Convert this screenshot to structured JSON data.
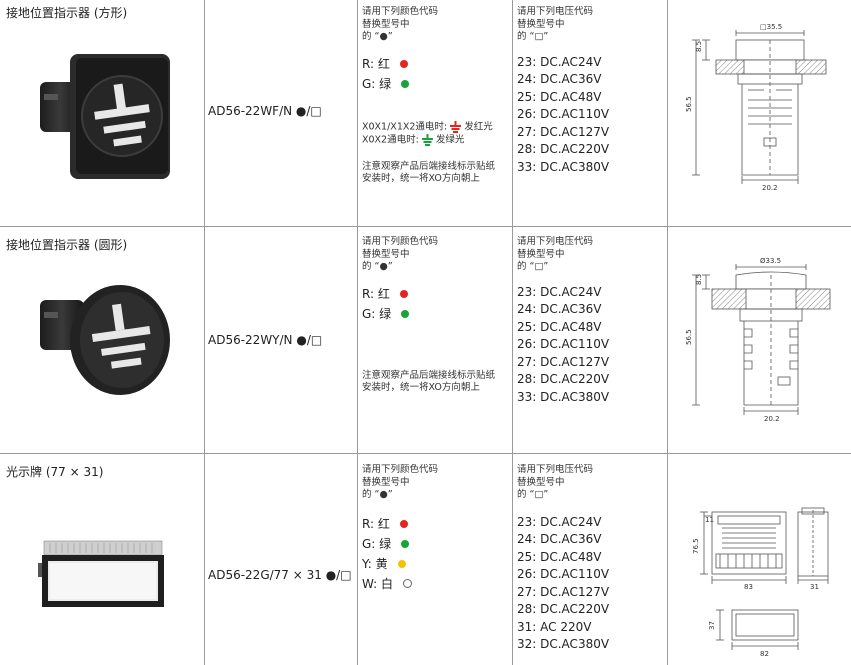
{
  "rows": [
    {
      "title": "接地位置指示器 (方形)",
      "model": "AD56-22WF/N ●/□",
      "color_hint": [
        "请用下列颜色代码",
        "替换型号中",
        "的 “●”"
      ],
      "colors": [
        {
          "label": "R: 红",
          "color": "#e52421",
          "hollow": false
        },
        {
          "label": "G: 绿",
          "color": "#1aa33a",
          "hollow": false
        }
      ],
      "extra_lines": [
        {
          "text": "X0X1/X1X2通电时:",
          "icon": "red",
          "suffix": "发红光"
        },
        {
          "text": "X0X2通电时:",
          "icon": "green",
          "suffix": "发绿光"
        }
      ],
      "notice": [
        "注意观察产品后端接线标示贴纸",
        "安装时，统一将XO方向朝上"
      ],
      "volt_hint": [
        "请用下列电压代码",
        "替换型号中",
        "的 “□”"
      ],
      "voltages": [
        "23: DC.AC24V",
        "24: DC.AC36V",
        "25: DC.AC48V",
        "26: DC.AC110V",
        "27: DC.AC127V",
        "28: DC.AC220V",
        "33: DC.AC380V"
      ],
      "dims": {
        "width": "□35.5",
        "head": "8.5",
        "height": "56.5",
        "base": "20.2"
      }
    },
    {
      "title": "接地位置指示器 (圆形)",
      "model": "AD56-22WY/N ●/□",
      "color_hint": [
        "请用下列颜色代码",
        "替换型号中",
        "的 “●”"
      ],
      "colors": [
        {
          "label": "R: 红",
          "color": "#e52421",
          "hollow": false
        },
        {
          "label": "G: 绿",
          "color": "#1aa33a",
          "hollow": false
        }
      ],
      "notice": [
        "注意观察产品后端接线标示贴纸",
        "安装时，统一将XO方向朝上"
      ],
      "volt_hint": [
        "请用下列电压代码",
        "替换型号中",
        "的 “□”"
      ],
      "voltages": [
        "23: DC.AC24V",
        "24: DC.AC36V",
        "25: DC.AC48V",
        "26: DC.AC110V",
        "27: DC.AC127V",
        "28: DC.AC220V",
        "33: DC.AC380V"
      ],
      "dims": {
        "width": "Ø33.5",
        "head": "8.5",
        "height": "56.5",
        "base": "20.2"
      }
    },
    {
      "title": "光示牌 (77 × 31)",
      "model": "AD56-22G/77 × 31 ●/□",
      "color_hint": [
        "请用下列颜色代码",
        "替换型号中",
        "的 “●”"
      ],
      "colors": [
        {
          "label": "R: 红",
          "color": "#e52421",
          "hollow": false
        },
        {
          "label": "G: 绿",
          "color": "#1aa33a",
          "hollow": false
        },
        {
          "label": "Y: 黄",
          "color": "#f5c400",
          "hollow": false
        },
        {
          "label": "W: 白",
          "color": "#ffffff",
          "hollow": true
        }
      ],
      "volt_hint": [
        "请用下列电压代码",
        "替换型号中",
        "的 “□”"
      ],
      "voltages": [
        "23: DC.AC24V",
        "24: DC.AC36V",
        "25: DC.AC48V",
        "26: DC.AC110V",
        "27: DC.AC127V",
        "28: DC.AC220V",
        "31: AC 220V",
        "32: DC.AC380V"
      ],
      "dims": {
        "top": "11",
        "height": "76.5",
        "width": "83",
        "side": "31",
        "bottom_h": "37",
        "bottom_w": "82"
      }
    }
  ]
}
